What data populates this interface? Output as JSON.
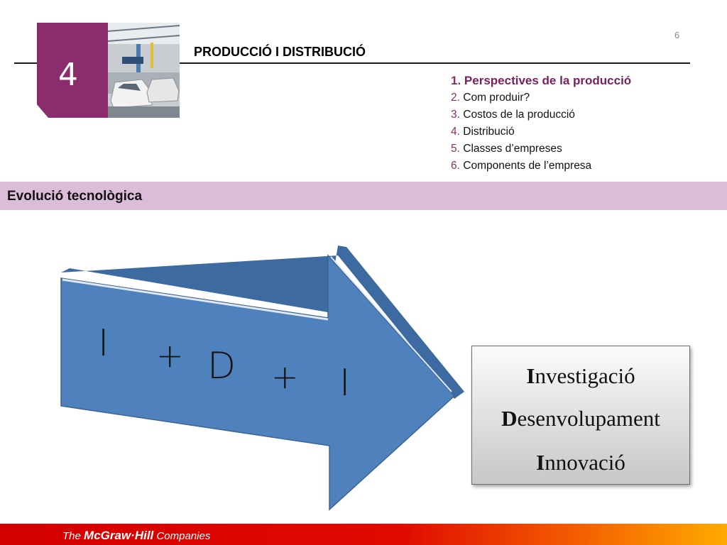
{
  "chapter": {
    "number": "4",
    "photo_icon": "car-factory-photo"
  },
  "slide_number": "6",
  "section_title": "PRODUCCIÓ I DISTRIBUCIÓ",
  "toc": [
    {
      "num": "1.",
      "label": "Perspectives de la producció",
      "active": true
    },
    {
      "num": "2.",
      "label": "Com produir?",
      "active": false
    },
    {
      "num": "3.",
      "label": "Costos de la producció",
      "active": false
    },
    {
      "num": "4.",
      "label": "Distribució",
      "active": false
    },
    {
      "num": "5.",
      "label": "Classes d’empreses",
      "active": false
    },
    {
      "num": "6.",
      "label": "Components de l’empresa",
      "active": false
    }
  ],
  "topic_title": "Evolució tecnològica",
  "arrow": {
    "color": "#4f81bd",
    "tokens": [
      "I",
      "+",
      "D",
      "+",
      "I"
    ]
  },
  "definition_box": [
    {
      "initial": "I",
      "rest": "nvestigació"
    },
    {
      "initial": "D",
      "rest": "esenvolupament"
    },
    {
      "initial": "I",
      "rest": "nnovació"
    }
  ],
  "footer": {
    "prefix": "The",
    "brand": "McGraw·Hill",
    "suffix": "Companies"
  },
  "colors": {
    "accent": "#8b2d6c",
    "topic_bar": "#dbbcd9",
    "footer": "#d40000"
  }
}
